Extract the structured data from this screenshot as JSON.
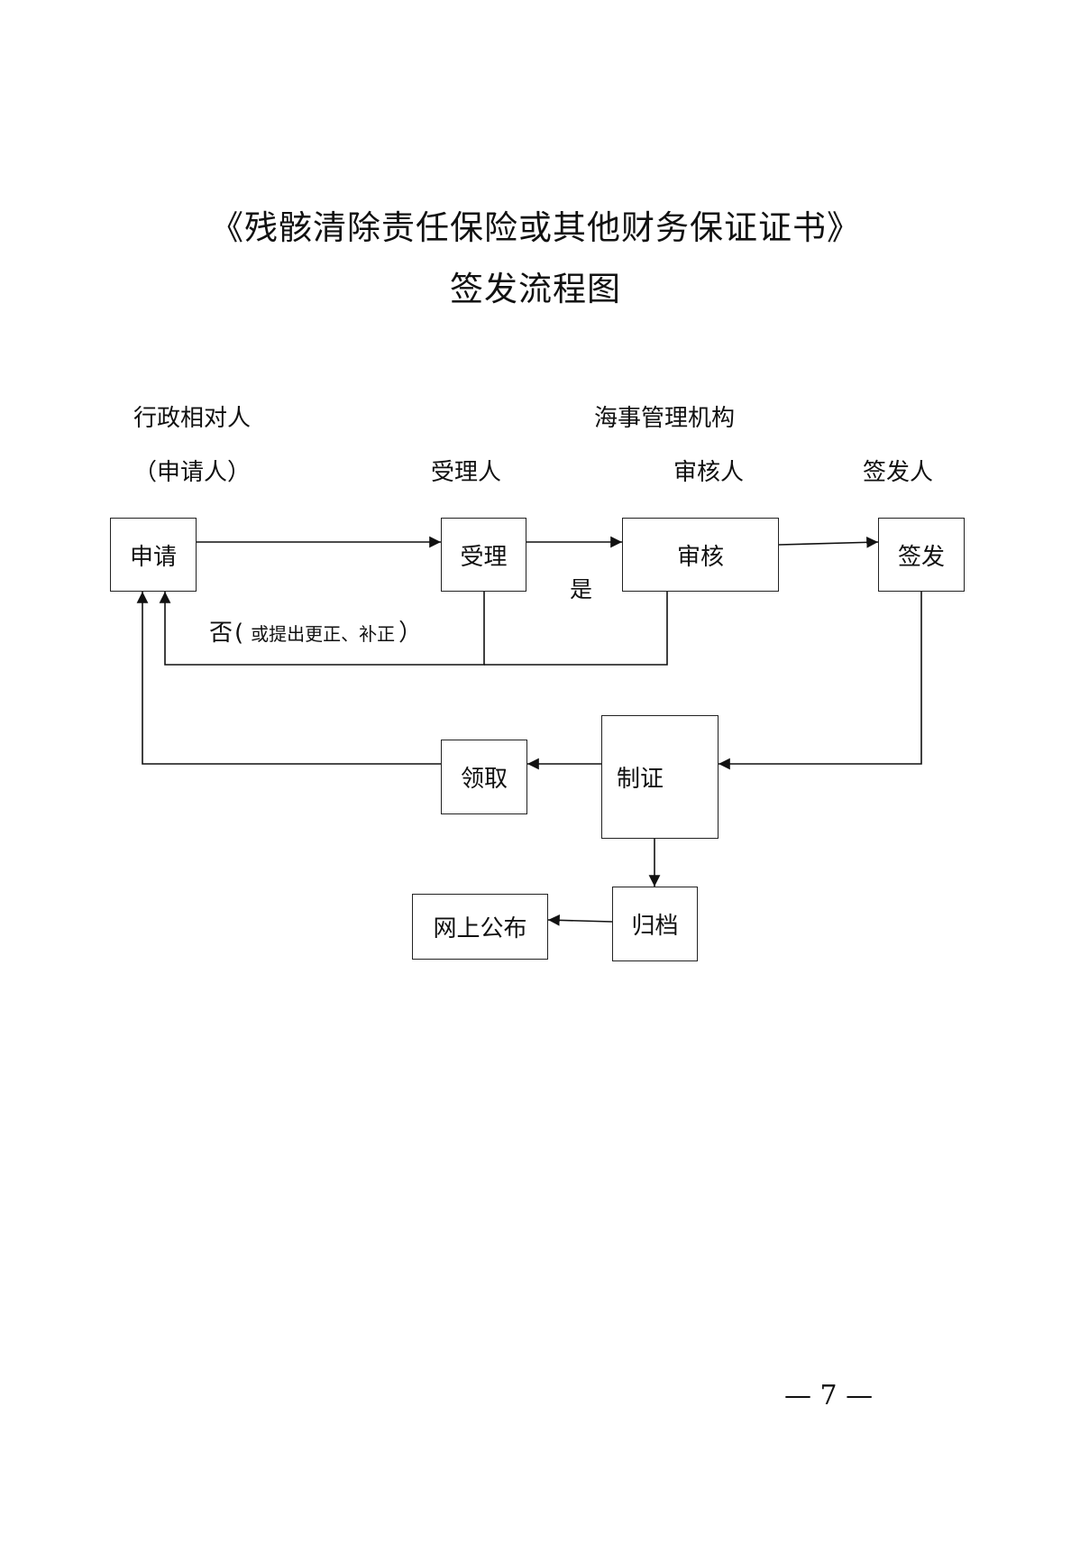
{
  "title": {
    "line1": "《残骸清除责任保险或其他财务保证证书》",
    "line2": "签发流程图"
  },
  "headers": {
    "applicant_party": "行政相对人",
    "applicant_role": "（申请人）",
    "authority": "海事管理机构",
    "acceptor": "受理人",
    "reviewer": "审核人",
    "issuer": "签发人"
  },
  "nodes": {
    "apply": "申请",
    "accept": "受理",
    "review": "审核",
    "issue": "签发",
    "make_certificate": "制证",
    "collect": "领取",
    "archive": "归档",
    "publish_online": "网上公布"
  },
  "labels": {
    "yes": "是",
    "no": "否",
    "no_paren_open": "(",
    "no_detail": "或提出更正、补正",
    "no_paren_close": "）"
  },
  "page_number": "— 7 —"
}
